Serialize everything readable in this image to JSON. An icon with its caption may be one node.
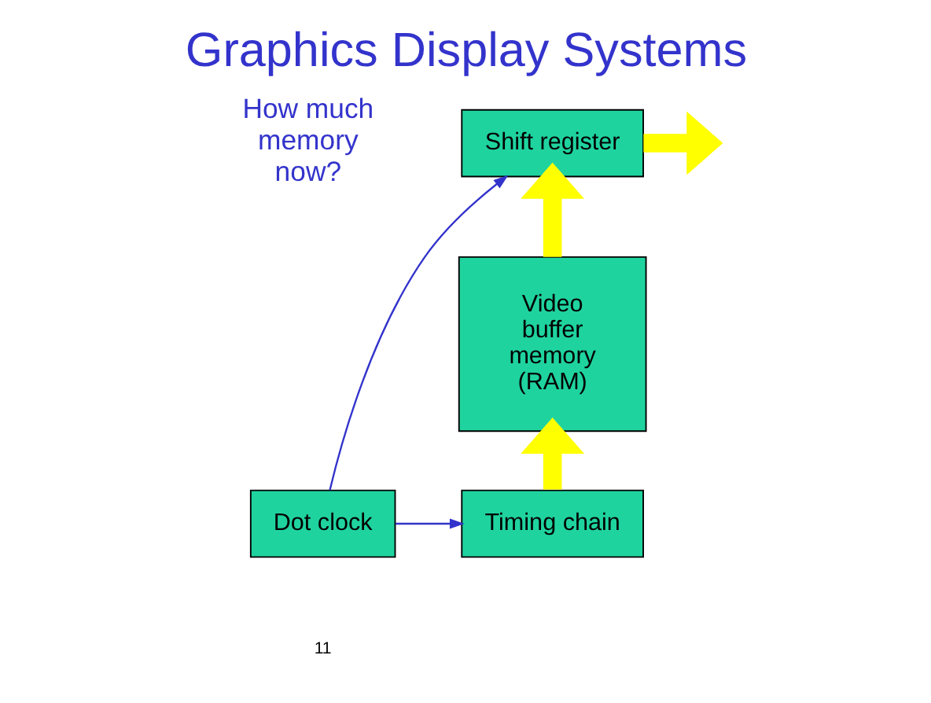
{
  "diagram": {
    "title": "Graphics Display Systems",
    "nodes": [
      {
        "text": [
          "Shift register"
        ]
      },
      {
        "text": [
          "Video buffer memory (RAM)"
        ]
      },
      {
        "text": [
          "Timing chain"
        ]
      },
      {
        "text": [
          "Dot clock"
        ]
      }
    ],
    "edges": [
      {
        "from": 2,
        "to": 1,
        "arrow": "to"
      },
      {
        "from": 1,
        "to": 0,
        "arrow": "to"
      },
      {
        "from": 0,
        "to": null,
        "arrow": "to"
      },
      {
        "from": 3,
        "to": 2,
        "arrow": "to",
        "color": "#3333cc"
      },
      {
        "from": 3,
        "to": 0,
        "arrow": "to",
        "color": "#3333cc"
      }
    ],
    "labels": [
      "How much memory now?",
      "11"
    ]
  }
}
